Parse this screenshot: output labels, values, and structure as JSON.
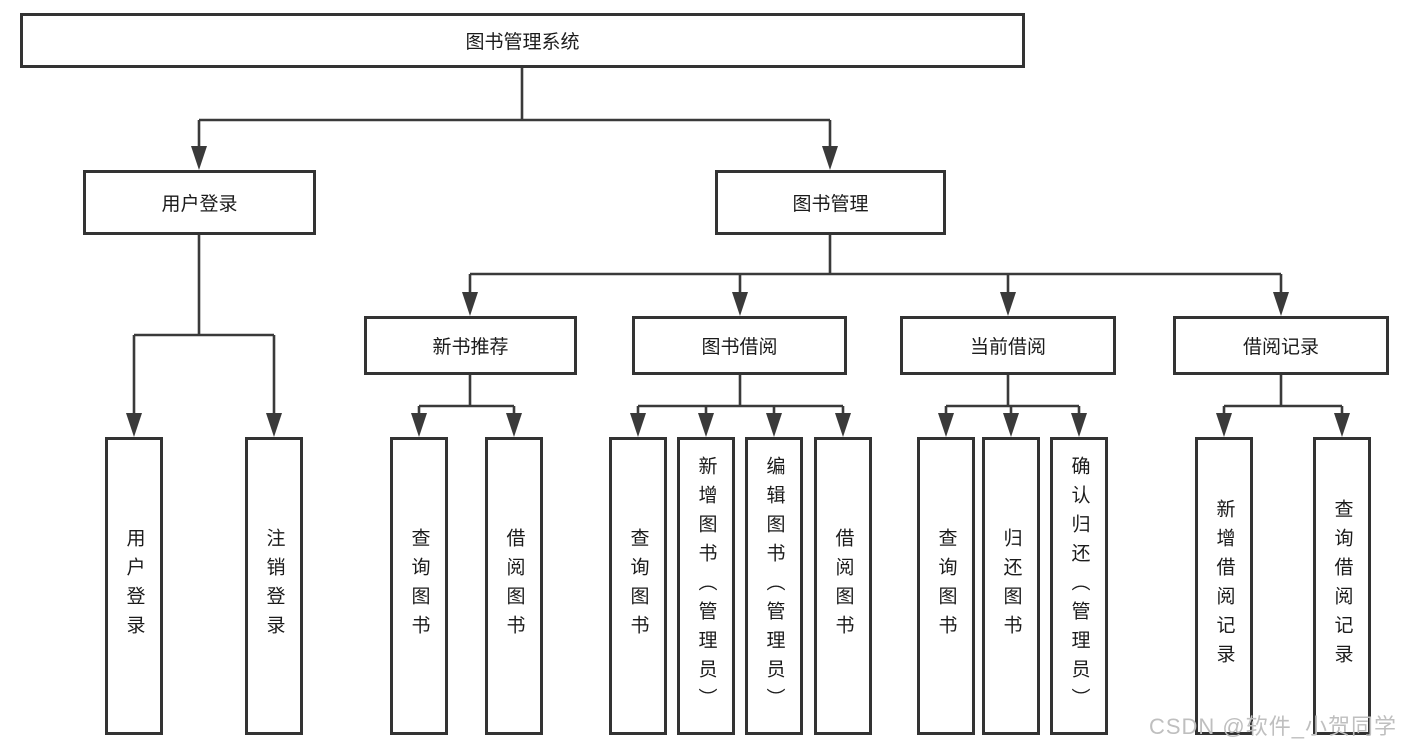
{
  "diagram": {
    "tree": {
      "root": {
        "label": "图书管理系统"
      },
      "children": [
        {
          "label": "用户登录",
          "children": [
            {
              "label": "用户登录"
            },
            {
              "label": "注销登录"
            }
          ]
        },
        {
          "label": "图书管理",
          "children": [
            {
              "label": "新书推荐",
              "children": [
                {
                  "label": "查询图书"
                },
                {
                  "label": "借阅图书"
                }
              ]
            },
            {
              "label": "图书借阅",
              "children": [
                {
                  "label": "查询图书"
                },
                {
                  "label": "新增图书（管理员）"
                },
                {
                  "label": "编辑图书（管理员）"
                },
                {
                  "label": "借阅图书"
                }
              ]
            },
            {
              "label": "当前借阅",
              "children": [
                {
                  "label": "查询图书"
                },
                {
                  "label": "归还图书"
                },
                {
                  "label": "确认归还（管理员）"
                }
              ]
            },
            {
              "label": "借阅记录",
              "children": [
                {
                  "label": "新增借阅记录"
                },
                {
                  "label": "查询借阅记录"
                }
              ]
            }
          ]
        }
      ]
    },
    "watermark": "CSDN @软件_小贺同学",
    "colors": {
      "line": "#3a3a3a",
      "box_border": "#333333",
      "text": "#1b1b1b",
      "watermark": "#bfbfbf",
      "background": "#ffffff"
    }
  }
}
